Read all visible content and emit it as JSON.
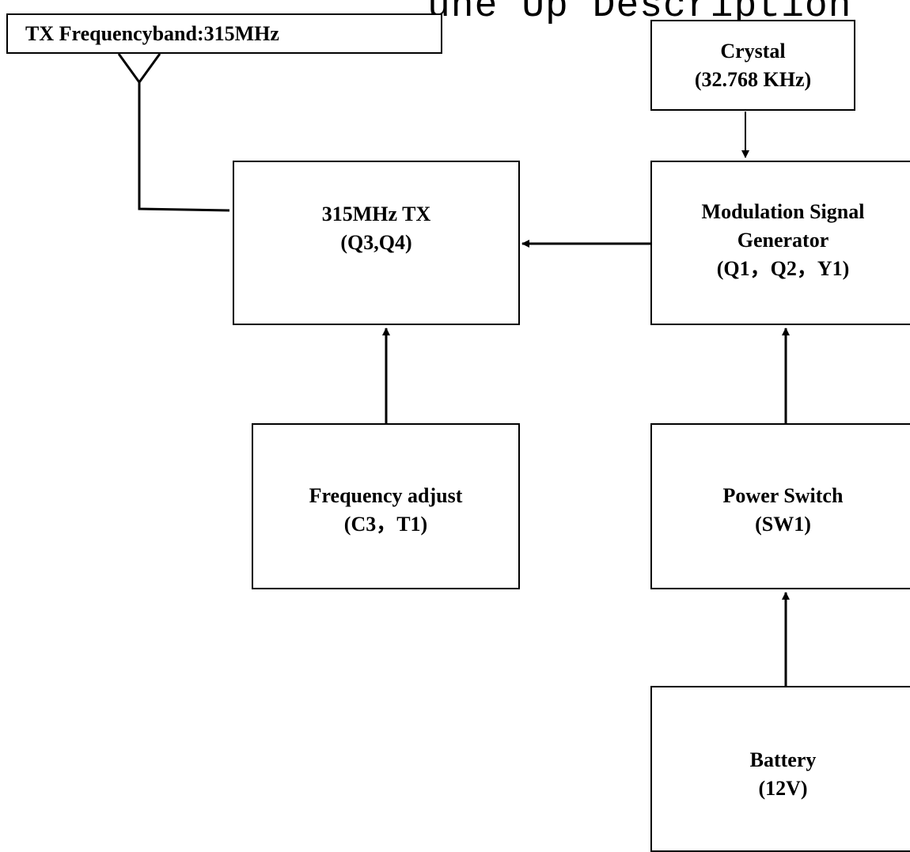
{
  "title_fragment": "une Up Description",
  "blocks": {
    "band": {
      "label": "TX Frequencyband:315MHz"
    },
    "crystal": {
      "line1": "Crystal",
      "line2": "(32.768 KHz)"
    },
    "tx": {
      "line1": "315MHz TX",
      "line2": "(Q3,Q4)"
    },
    "modulation": {
      "line1": "Modulation Signal",
      "line2": "Generator",
      "line3": "(Q1，Q2，Y1)"
    },
    "frequency_adjust": {
      "line1": "Frequency adjust",
      "line2": "(C3，T1)"
    },
    "power_switch": {
      "line1": "Power Switch",
      "line2": "(SW1)"
    },
    "battery": {
      "line1": "Battery",
      "line2": "(12V)"
    }
  },
  "colors": {
    "line": "#000000",
    "background": "#ffffff"
  }
}
